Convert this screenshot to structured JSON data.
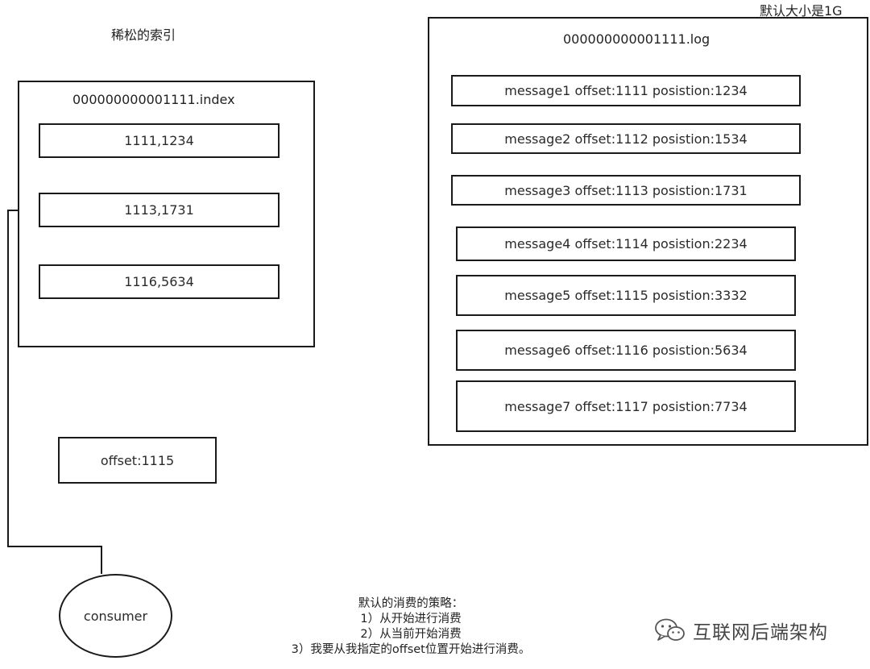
{
  "index_panel": {
    "caption": "稀松的索引",
    "filename": "000000000001111.index",
    "entries": [
      "1111,1234",
      "1113,1731",
      "1116,5634"
    ]
  },
  "log_panel": {
    "caption": "默认大小是1G",
    "filename": "000000000001111.log",
    "messages": [
      "message1  offset:1111  posistion:1234",
      "message2  offset:1112  posistion:1534",
      "message3  offset:1113  posistion:1731",
      "message4  offset:1114  posistion:2234",
      "message5  offset:1115  posistion:3332",
      "message6  offset:1116  posistion:5634",
      "message7  offset:1117  posistion:7734"
    ]
  },
  "consumer_offset": "offset:1115",
  "consumer_label": "consumer",
  "strategy": {
    "title": "默认的消费的策略：",
    "items": [
      "1）从开始进行消费",
      "2）从当前开始消费",
      "3）我要从我指定的offset位置开始进行消费。"
    ]
  },
  "watermark": "互联网后端架构",
  "colors": {
    "stroke": "#1a1a1a",
    "background": "#ffffff"
  }
}
